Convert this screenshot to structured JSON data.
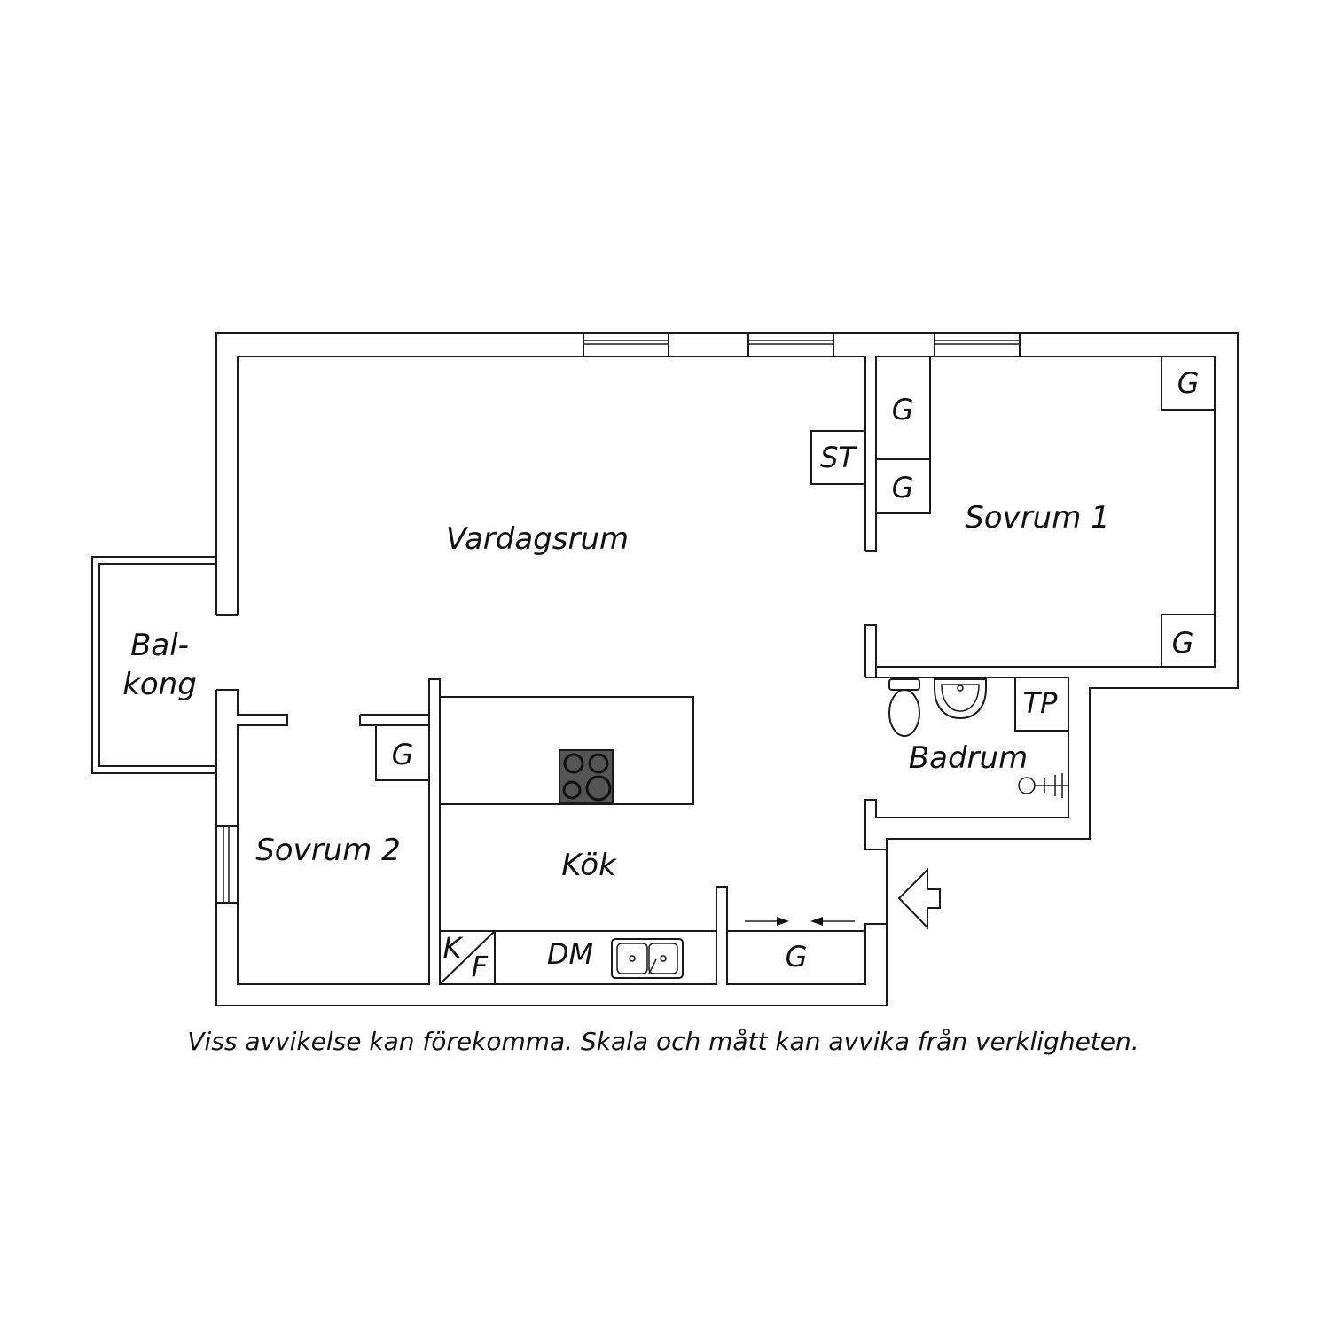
{
  "rooms": {
    "vardagsrum": "Vardagsrum",
    "sovrum1": "Sovrum 1",
    "sovrum2": "Sovrum 2",
    "kok": "Kök",
    "badrum": "Badrum",
    "balkong_line1": "Bal-",
    "balkong_line2": "kong"
  },
  "fixtures": {
    "wardrobe": "G",
    "storage": "ST",
    "dryer": "TP",
    "dishwasher": "DM",
    "fridge": "K",
    "freezer": "F"
  },
  "caption": "Viss avvikelse kan förekomma. Skala och mått kan avvika från verkligheten.",
  "colors": {
    "wall": "#1a1a1a",
    "stove_top": "#555555",
    "background": "#ffffff"
  }
}
